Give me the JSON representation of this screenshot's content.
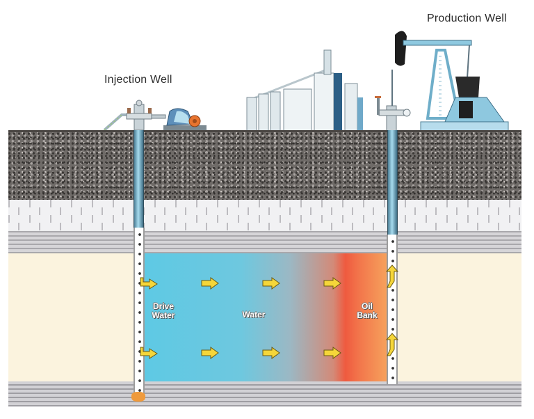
{
  "diagram": {
    "type": "waterflood-cross-section",
    "labels": {
      "injection_well": "Injection Well",
      "production_well": "Production Well",
      "drive_water": [
        "Drive",
        "Water"
      ],
      "water": "Water",
      "oil_bank": [
        "Oil",
        "Bank"
      ]
    },
    "layers": [
      {
        "name": "topsoil-gravel",
        "color": "#6f6b68"
      },
      {
        "name": "limestone",
        "color": "#e9e9eb"
      },
      {
        "name": "shale-upper",
        "color": "#b9b8bb"
      },
      {
        "name": "reservoir-sandstone",
        "color": "#fbf3de"
      },
      {
        "name": "shale-lower",
        "color": "#b6b5b9"
      }
    ],
    "reservoir_gradient": {
      "drive_water_color": "#5ec9e4",
      "water_color": "#6ec8df",
      "oil_bank_color": "#ef5a3f",
      "edge_color": "#f6a15c"
    },
    "flow_arrows": {
      "color": "#f5d63a",
      "rows": 2,
      "per_row": 4,
      "direction": "right"
    },
    "production_arrows": {
      "count": 2,
      "direction": "up"
    },
    "surface_equipment": [
      "injection-wellhead",
      "injection-pump",
      "separator-tanks",
      "production-wellhead",
      "pumpjack"
    ]
  }
}
